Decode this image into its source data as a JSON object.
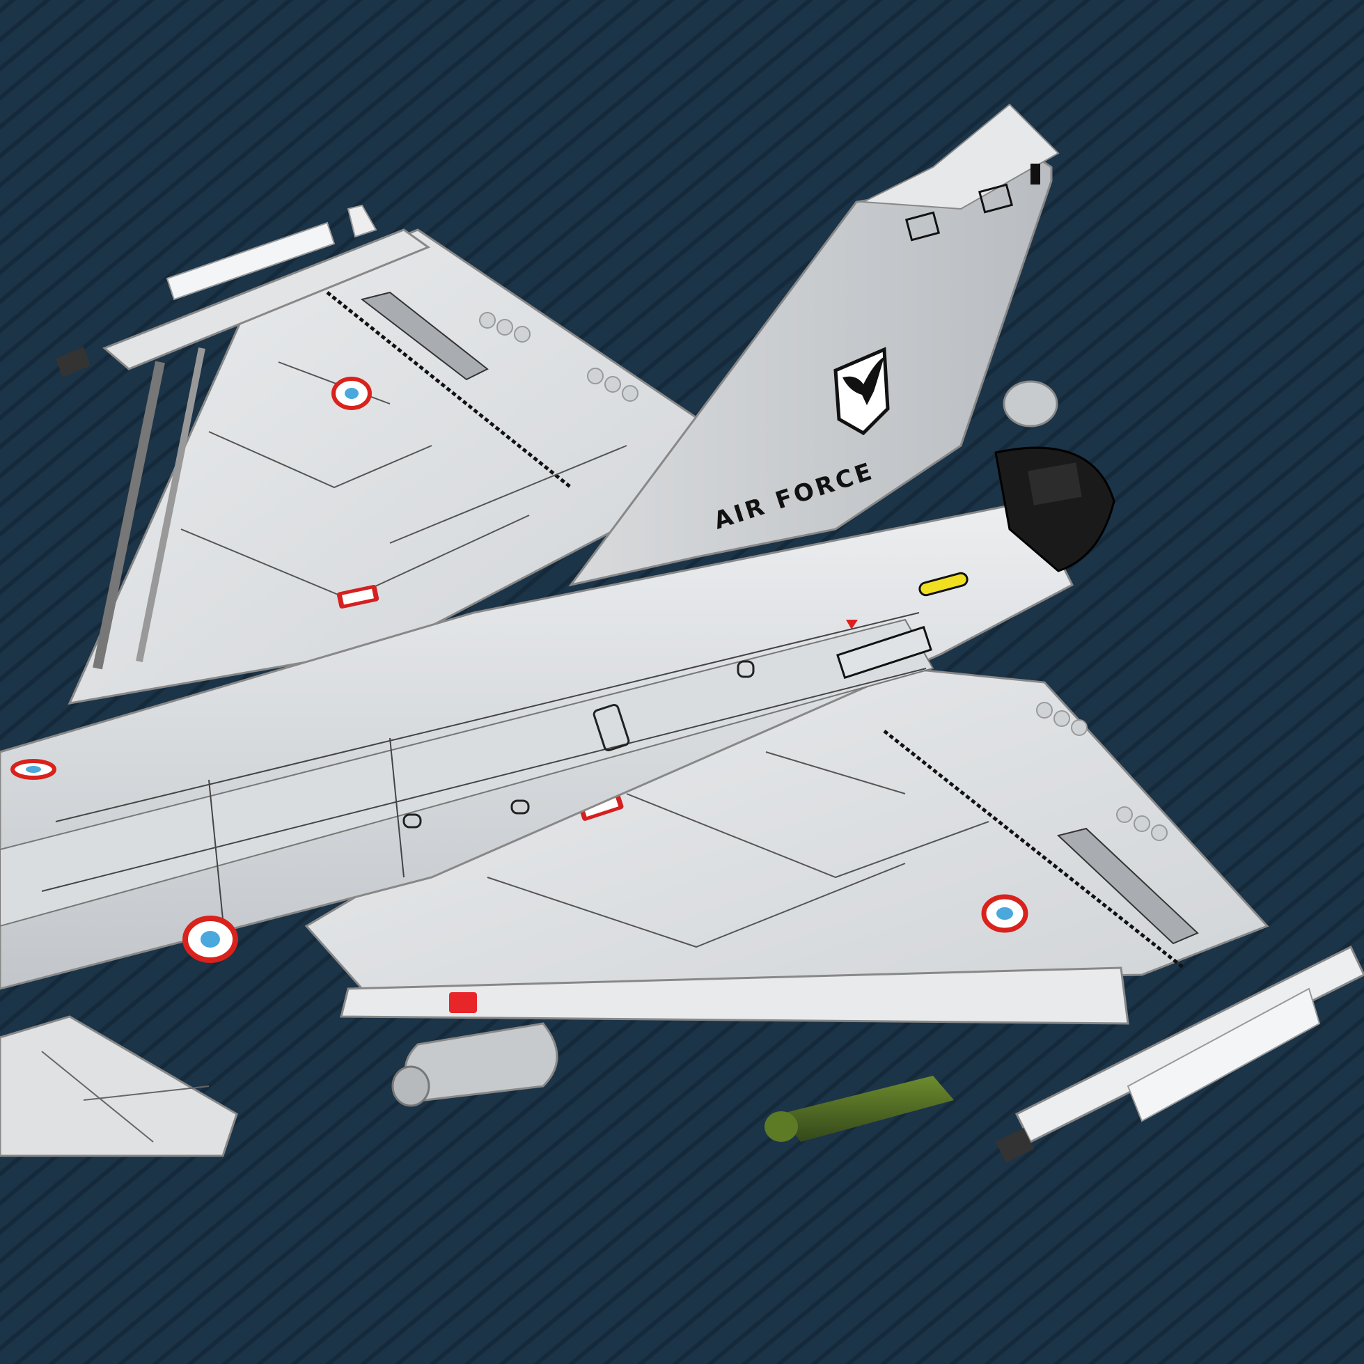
{
  "scene": {
    "subject": "brick-built fighter jet model",
    "background": {
      "base_color": "#1c3448",
      "stripe_color": "#142a3a",
      "pattern": "diagonal stripes"
    },
    "colors": {
      "body_light": "#e4e6e8",
      "body_mid": "#c8cbce",
      "body_shadow": "#9ea3a8",
      "panel_line": "#2a2a2a",
      "roundel_red": "#d9221c",
      "roundel_blue": "#4aa8dc",
      "roundel_white": "#ffffff",
      "missile_green": "#4d6a1f",
      "exhaust_black": "#1a1a1a",
      "accent_yellow": "#f0e020",
      "vent_red": "#d42020"
    }
  },
  "tail": {
    "text": "AIR FORCE",
    "emblem": "eagle-shield"
  },
  "markings": {
    "roundels": 4,
    "warning_triangle": "red",
    "red_vents": 2
  }
}
